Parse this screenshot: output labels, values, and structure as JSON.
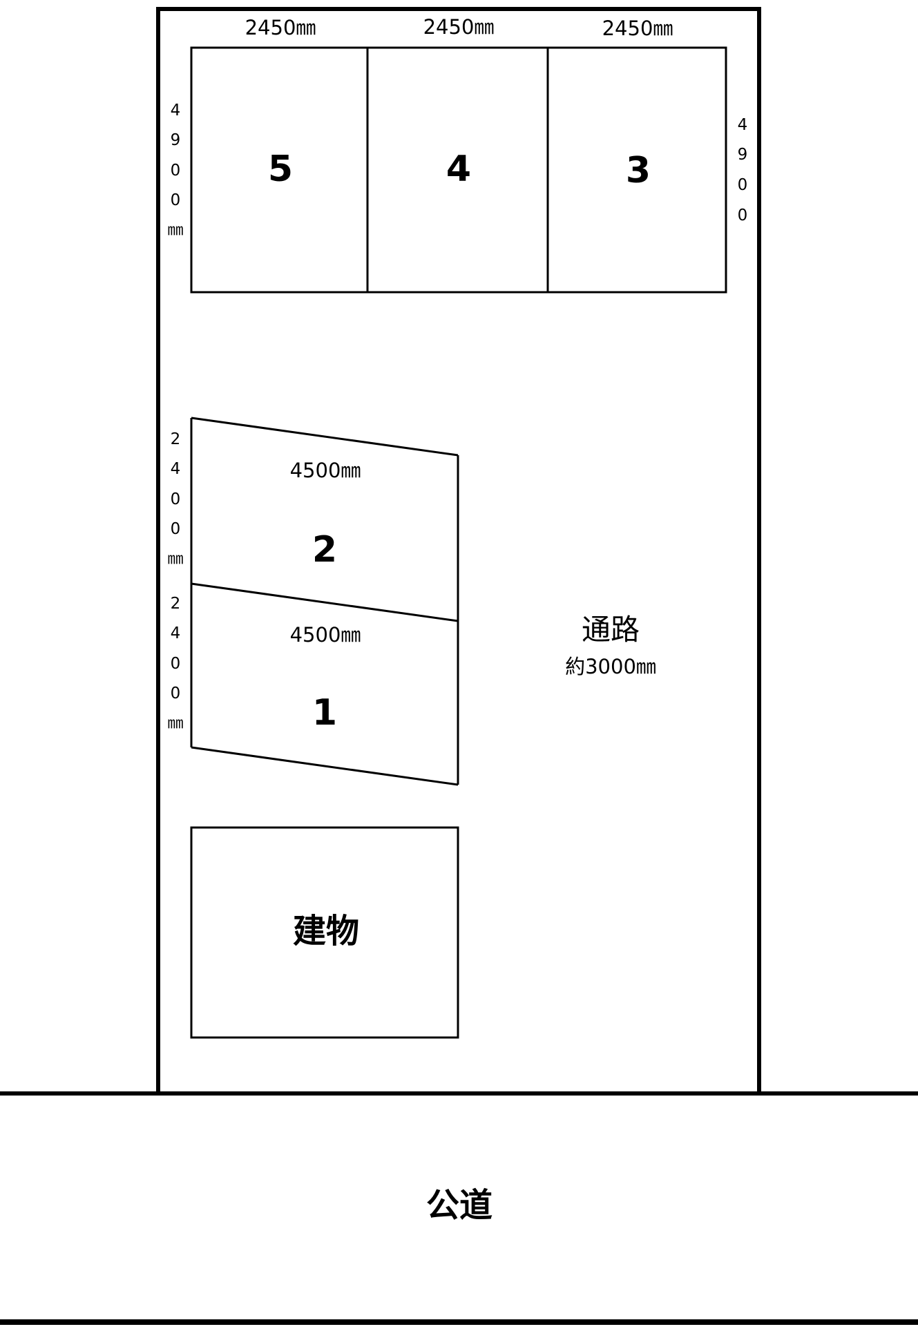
{
  "spaces_top": [
    {
      "number": "5",
      "width_label": "2450㎜"
    },
    {
      "number": "4",
      "width_label": "2450㎜"
    },
    {
      "number": "3",
      "width_label": "2450㎜"
    }
  ],
  "depth_left_chars": [
    "4",
    "9",
    "0",
    "0",
    "㎜"
  ],
  "depth_right_chars": [
    "4",
    "9",
    "0",
    "0"
  ],
  "spaces_slanted": [
    {
      "number": "2",
      "length_label": "4500㎜",
      "width_chars": [
        "2",
        "4",
        "0",
        "0",
        "㎜"
      ]
    },
    {
      "number": "1",
      "length_label": "4500㎜",
      "width_chars": [
        "2",
        "4",
        "0",
        "0",
        "㎜"
      ]
    }
  ],
  "aisle": {
    "label": "通路",
    "width_label": "約3000㎜"
  },
  "building": {
    "label": "建物"
  },
  "road": {
    "label": "公道"
  }
}
